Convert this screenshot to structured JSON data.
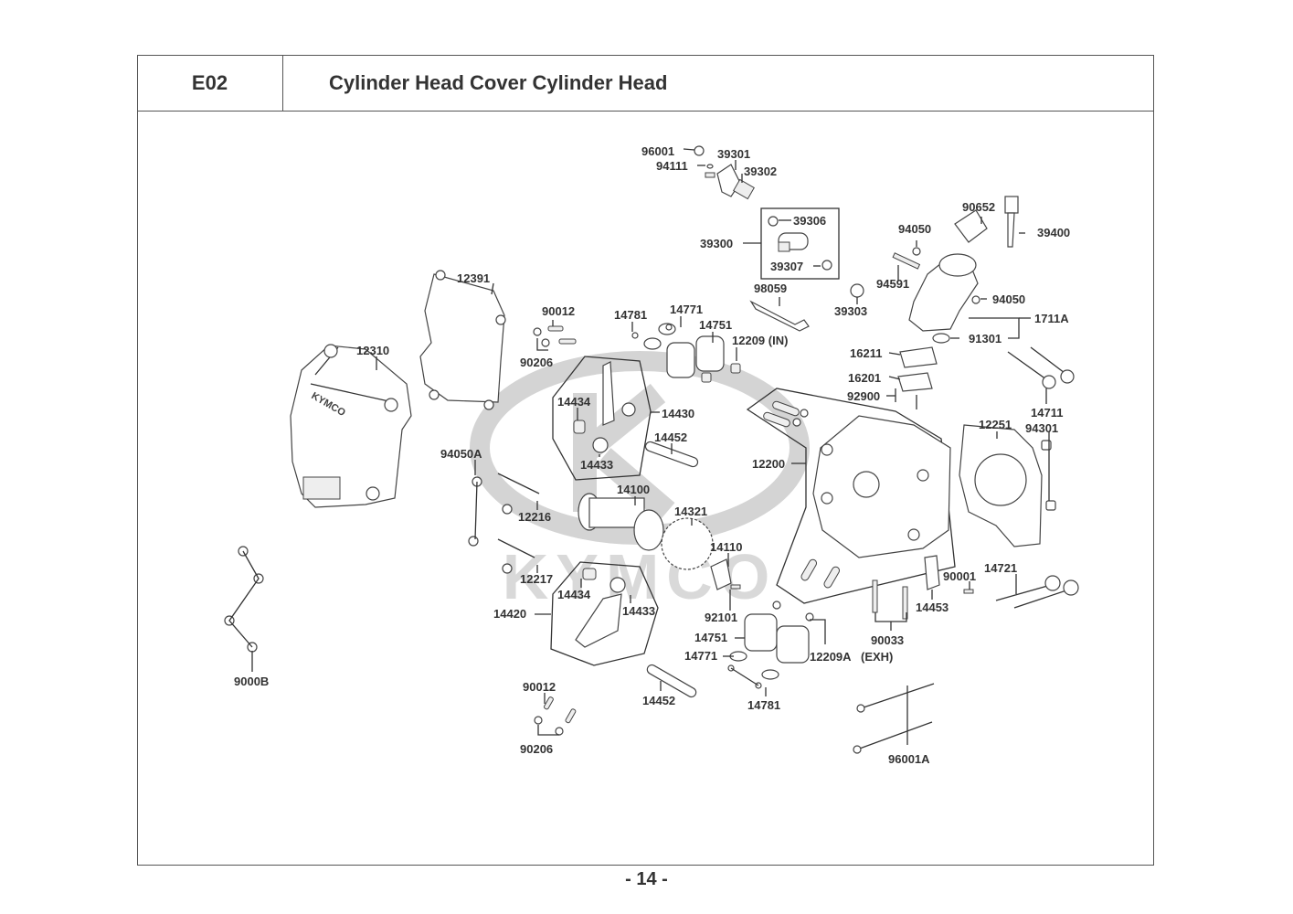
{
  "header": {
    "section_code": "E02",
    "title": "Cylinder Head Cover  Cylinder Head"
  },
  "watermark": {
    "brand": "KYMCO"
  },
  "footer": {
    "page_number": "- 14 -"
  },
  "parts": {
    "p96001": "96001",
    "p94111": "94111",
    "p39301": "39301",
    "p39302": "39302",
    "p39306": "39306",
    "p39300": "39300",
    "p39307": "39307",
    "p90652": "90652",
    "p39400": "39400",
    "p94050a": "94050",
    "p94591": "94591",
    "p94050b": "94050",
    "p39303": "39303",
    "p1711A": "1711A",
    "p91301": "91301",
    "p98059": "98059",
    "p12391": "12391",
    "p90012a": "90012",
    "p90206a": "90206",
    "p14781a": "14781",
    "p14771a": "14771",
    "p14751a": "14751",
    "p12209in": "12209 (IN)",
    "p12310": "12310",
    "p16211": "16211",
    "p16201": "16201",
    "p92900": "92900",
    "p14711": "14711",
    "p94301": "94301",
    "p12251": "12251",
    "p14434a": "14434",
    "p14430": "14430",
    "p14452a": "14452",
    "p14433a": "14433",
    "p94050A": "94050A",
    "p12200": "12200",
    "p14100": "14100",
    "p12216": "12216",
    "p14321": "14321",
    "p14110": "14110",
    "p12217": "12217",
    "p14434b": "14434",
    "p14433b": "14433",
    "p14420": "14420",
    "p92101": "92101",
    "p90001": "90001",
    "p14721": "14721",
    "p14453": "14453",
    "p14751b": "14751",
    "p14771b": "14771",
    "p12209A": "12209A",
    "p90033": "90033",
    "p_exh": "(EXH)",
    "p14781b": "14781",
    "p9000B": "9000B",
    "p90012b": "90012",
    "p14452b": "14452",
    "p90206b": "90206",
    "p96001A": "96001A"
  }
}
